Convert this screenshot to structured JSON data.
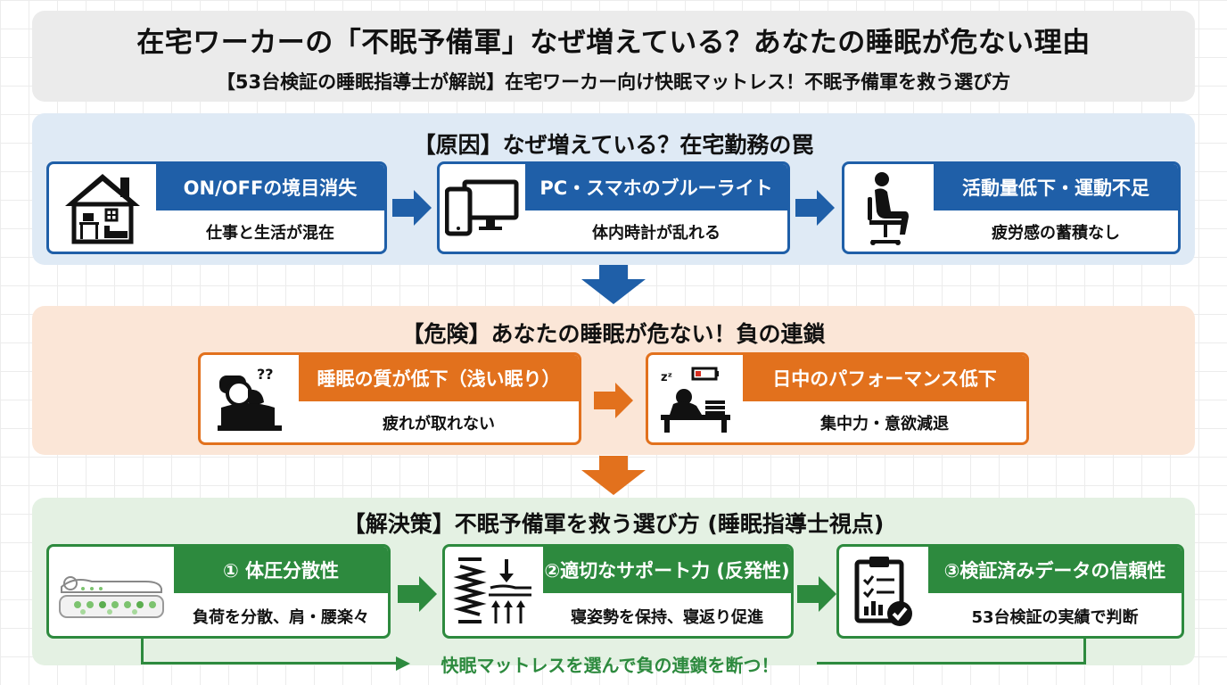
{
  "header": {
    "title": "在宅ワーカーの「不眠予備軍」なぜ増えている？あなたの睡眠が危ない理由",
    "subtitle": "【53台検証の睡眠指導士が解説】在宅ワーカー向け快眠マットレス！不眠予備軍を救う選び方"
  },
  "cause": {
    "title": "【原因】なぜ増えている？在宅勤務の罠",
    "cards": [
      {
        "label": "ON/OFFの境目消失",
        "desc": "仕事と生活が混在",
        "icon": "house-icon"
      },
      {
        "label": "PC・スマホのブルーライト",
        "desc": "体内時計が乱れる",
        "icon": "devices-icon"
      },
      {
        "label": "活動量低下・運動不足",
        "desc": "疲労感の蓄積なし",
        "icon": "sitting-person-icon"
      }
    ]
  },
  "danger": {
    "title": "【危険】あなたの睡眠が危ない！負の連鎖",
    "cards": [
      {
        "label": "睡眠の質が低下（浅い眠り）",
        "desc": "疲れが取れない",
        "icon": "sleepless-person-icon"
      },
      {
        "label": "日中のパフォーマンス低下",
        "desc": "集中力・意欲減退",
        "icon": "tired-worker-icon"
      }
    ]
  },
  "solution": {
    "title": "【解決策】不眠予備軍を救う選び方 (睡眠指導士視点)",
    "cards": [
      {
        "label": "① 体圧分散性",
        "desc": "負荷を分散、肩・腰楽々",
        "icon": "pressure-map-icon"
      },
      {
        "label": "②適切なサポート力 (反発性)",
        "desc": "寝姿勢を保持、寝返り促進",
        "icon": "spring-icon"
      },
      {
        "label": "③検証済みデータの信頼性",
        "desc": "53台検証の実績で判断",
        "icon": "clipboard-check-icon"
      }
    ],
    "footer": "快眠マットレスを選んで負の連鎖を断つ！"
  },
  "colors": {
    "blue": "#1f5fa8",
    "orange": "#e2711d",
    "green": "#2d8a3e"
  }
}
